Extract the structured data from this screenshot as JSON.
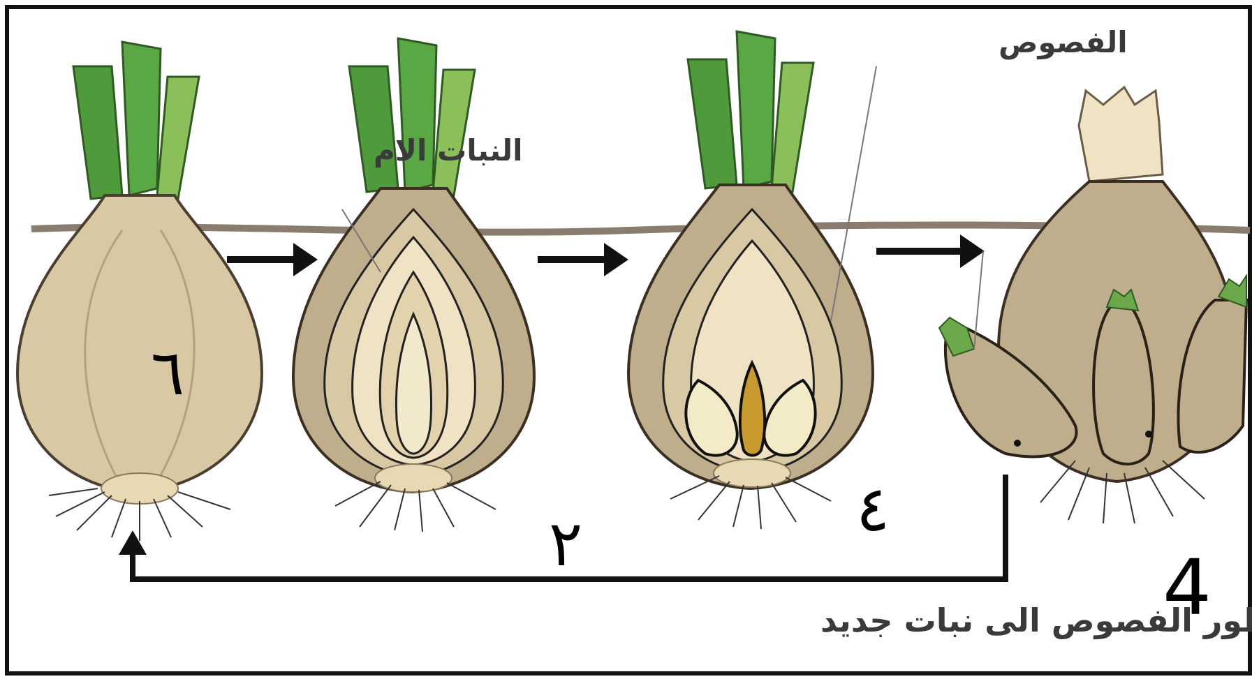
{
  "labels": {
    "mother_plant": "النبات الام",
    "bulblets": "الفصوص",
    "caption": "تطور الفصوص الى نبات جديد"
  },
  "stage_marks": [
    "٦",
    "٢",
    "٤",
    "4"
  ],
  "colors": {
    "frame": "#111111",
    "soil_line": "#8a7d70",
    "bulb_skin": "#d8c8a4",
    "bulb_dark": "#bfae8c",
    "bulb_inner": "#efe3c4",
    "leaf_green": "#4f9a3a",
    "leaf_light": "#8bbf5a",
    "root_pad": "#e7d9b4",
    "arrow": "#111111",
    "core_gold": "#c99a2e"
  }
}
